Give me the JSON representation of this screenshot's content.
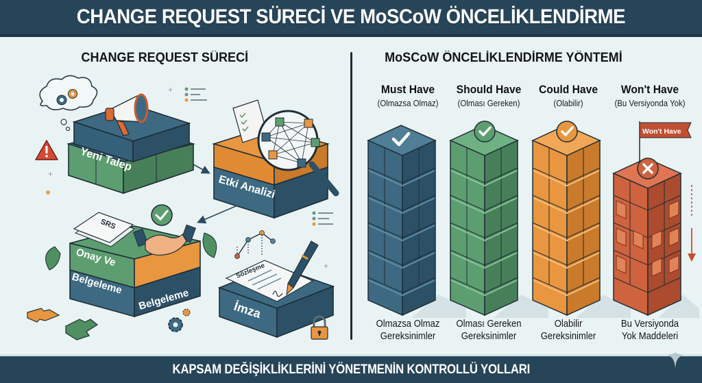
{
  "header": {
    "title": "CHANGE REQUEST SÜRECİ VE MoSCoW ÖNCELİKLENDİRME"
  },
  "left_panel": {
    "title": "CHANGE REQUEST SÜRECİ",
    "steps": [
      {
        "label": "Yeni Talep",
        "icon": "megaphone-icon",
        "color": "#3f6a80"
      },
      {
        "label": "Etki Analizi",
        "icon": "magnifier-network-icon",
        "color": "#e3913f"
      },
      {
        "label_top": "Onay Ve",
        "label_bottom": "Belgeleme",
        "label_side": "Belgeleme",
        "badge": "SRS",
        "icon": "handshake-icon",
        "color": "#5a9a6c"
      },
      {
        "label": "İmza",
        "document_label": "Sözleşme",
        "icon": "pen-signature-icon",
        "color": "#3f6a80"
      }
    ],
    "decorations": [
      "thought-cloud-gears-icon",
      "warning-icon",
      "puzzle-icon",
      "gear-icon",
      "lock-icon",
      "legend-list-icon",
      "line-chart-icon"
    ]
  },
  "right_panel": {
    "title": "MoSCoW ÖNCELİKLENDİRME YÖNTEMİ",
    "categories": [
      {
        "name": "Must Have",
        "sub": "(Olmazsa Olmaz)",
        "footer_line1": "Olmazsa Olmaz",
        "footer_line2": "Gereksinimler",
        "color": "#3d6a82",
        "dark": "#2c5167",
        "light": "#4f7e96",
        "mark": "check"
      },
      {
        "name": "Should Have",
        "sub": "(Olması Gereken)",
        "footer_line1": "Olması Gereken",
        "footer_line2": "Gereksinimler",
        "color": "#5d9e70",
        "dark": "#477f59",
        "light": "#6fb182",
        "mark": "check"
      },
      {
        "name": "Could Have",
        "sub": "(Olabilir)",
        "footer_line1": "Olabilir",
        "footer_line2": "Gereksinimler",
        "color": "#e8963f",
        "dark": "#c97a2b",
        "light": "#f0a857",
        "mark": "check"
      },
      {
        "name": "Won't Have",
        "sub": "(Bu Versiyonda Yok)",
        "footer_line1": "Bu Versiyonda",
        "footer_line2": "Yok Maddeleri",
        "color": "#cf623f",
        "dark": "#ac4b2e",
        "light": "#df7552",
        "mark": "cross",
        "flag": "Won't Have"
      }
    ]
  },
  "footer": {
    "subtitle": "KAPSAM DEĞİŞİKLİKLERİNİ YÖNETMENİN KONTROLLÜ YOLLARI"
  },
  "colors": {
    "bar_bg": "#274559",
    "page_bg": "#e9f3f4",
    "blue": "#3d6a82",
    "green": "#5d9e70",
    "orange": "#e8963f",
    "red": "#cf623f"
  }
}
